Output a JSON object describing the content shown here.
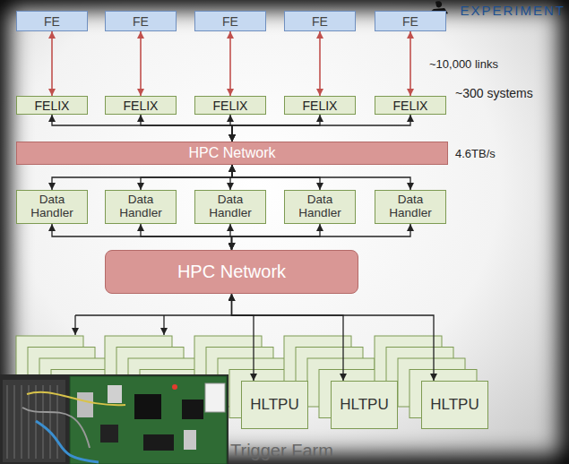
{
  "diagram": {
    "nodes": [
      {
        "text": [
          "FE"
        ]
      },
      {
        "text": [
          "FE"
        ]
      },
      {
        "text": [
          "FE"
        ]
      },
      {
        "text": [
          "FE"
        ]
      },
      {
        "text": [
          "FE"
        ]
      },
      {
        "text": [
          "FELIX"
        ]
      },
      {
        "text": [
          "FELIX"
        ]
      },
      {
        "text": [
          "FELIX"
        ]
      },
      {
        "text": [
          "FELIX"
        ]
      },
      {
        "text": [
          "FELIX"
        ]
      },
      {
        "text": [
          "HPC Network"
        ]
      },
      {
        "text": [
          "Data Handler"
        ]
      },
      {
        "text": [
          "Data Handler"
        ]
      },
      {
        "text": [
          "Data Handler"
        ]
      },
      {
        "text": [
          "Data Handler"
        ]
      },
      {
        "text": [
          "Data Handler"
        ]
      },
      {
        "text": [
          "HPC Network"
        ]
      },
      {
        "text": [
          "HLTPU"
        ]
      },
      {
        "text": [
          "HLTPU"
        ]
      },
      {
        "text": [
          "HLTPU"
        ]
      }
    ],
    "edges": [
      {
        "from": 0,
        "to": 5,
        "arrow": "both"
      },
      {
        "from": 1,
        "to": 6,
        "arrow": "both"
      },
      {
        "from": 2,
        "to": 7,
        "arrow": "both"
      },
      {
        "from": 3,
        "to": 8,
        "arrow": "both"
      },
      {
        "from": 4,
        "to": 9,
        "arrow": "both"
      },
      {
        "from": 5,
        "to": 10,
        "arrow": "both"
      },
      {
        "from": 6,
        "to": 10,
        "arrow": "both"
      },
      {
        "from": 7,
        "to": 10,
        "arrow": "both"
      },
      {
        "from": 8,
        "to": 10,
        "arrow": "both"
      },
      {
        "from": 9,
        "to": 10,
        "arrow": "both"
      },
      {
        "from": 10,
        "to": 11,
        "arrow": "both"
      },
      {
        "from": 10,
        "to": 12,
        "arrow": "both"
      },
      {
        "from": 10,
        "to": 13,
        "arrow": "both"
      },
      {
        "from": 10,
        "to": 14,
        "arrow": "both"
      },
      {
        "from": 10,
        "to": 15,
        "arrow": "both"
      },
      {
        "from": 11,
        "to": 16,
        "arrow": "both"
      },
      {
        "from": 12,
        "to": 16,
        "arrow": "both"
      },
      {
        "from": 13,
        "to": 16,
        "arrow": "both"
      },
      {
        "from": 14,
        "to": 16,
        "arrow": "both"
      },
      {
        "from": 15,
        "to": 16,
        "arrow": "both"
      },
      {
        "from": 16,
        "to": 17,
        "arrow": "both"
      },
      {
        "from": 16,
        "to": 18,
        "arrow": "both"
      },
      {
        "from": 16,
        "to": 19,
        "arrow": "both"
      }
    ],
    "labels": [
      "EXPERIMENT",
      "~10,000 links",
      "~300 systems",
      "4.6TB/s",
      "Trigger Farm"
    ]
  }
}
